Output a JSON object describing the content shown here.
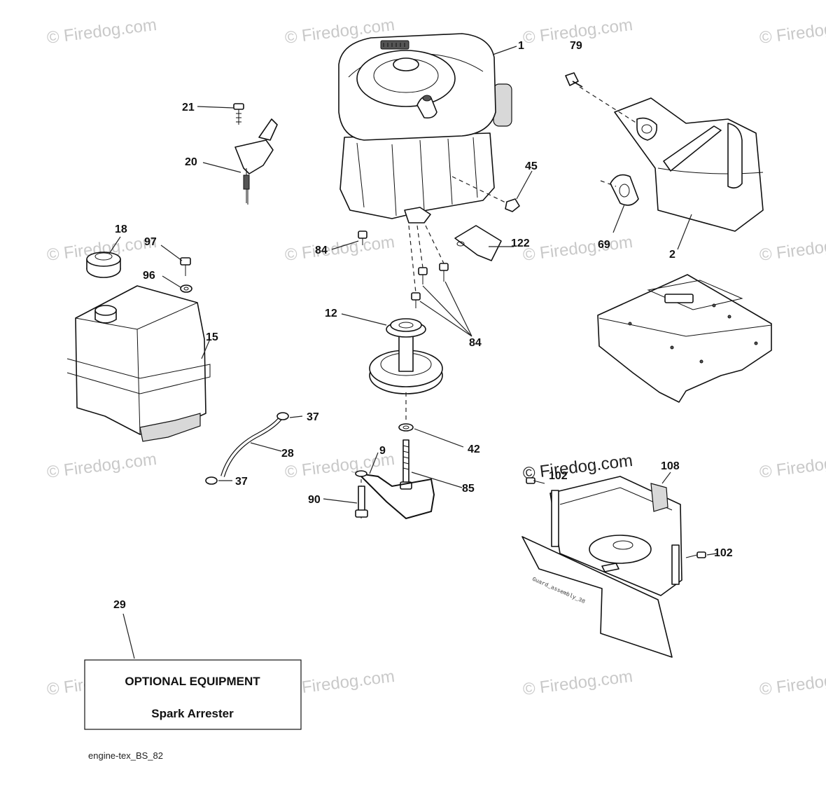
{
  "watermark": "© Firedog.com",
  "diagram_id": "engine-tex_BS_82",
  "optional_box": {
    "title": "OPTIONAL EQUIPMENT",
    "item": "Spark Arrester"
  },
  "guard_label": "Guard_assembly_38",
  "callouts": [
    {
      "id": "c-1",
      "label": "1"
    },
    {
      "id": "c-79",
      "label": "79"
    },
    {
      "id": "c-21",
      "label": "21"
    },
    {
      "id": "c-20",
      "label": "20"
    },
    {
      "id": "c-45",
      "label": "45"
    },
    {
      "id": "c-18",
      "label": "18"
    },
    {
      "id": "c-97",
      "label": "97"
    },
    {
      "id": "c-84a",
      "label": "84"
    },
    {
      "id": "c-122",
      "label": "122"
    },
    {
      "id": "c-69",
      "label": "69"
    },
    {
      "id": "c-2",
      "label": "2"
    },
    {
      "id": "c-96",
      "label": "96"
    },
    {
      "id": "c-12",
      "label": "12"
    },
    {
      "id": "c-84b",
      "label": "84"
    },
    {
      "id": "c-15",
      "label": "15"
    },
    {
      "id": "c-37a",
      "label": "37"
    },
    {
      "id": "c-42",
      "label": "42"
    },
    {
      "id": "c-28",
      "label": "28"
    },
    {
      "id": "c-9",
      "label": "9"
    },
    {
      "id": "c-108",
      "label": "108"
    },
    {
      "id": "c-102a",
      "label": "102"
    },
    {
      "id": "c-37b",
      "label": "37"
    },
    {
      "id": "c-85",
      "label": "85"
    },
    {
      "id": "c-90",
      "label": "90"
    },
    {
      "id": "c-102b",
      "label": "102"
    },
    {
      "id": "c-29",
      "label": "29"
    }
  ]
}
